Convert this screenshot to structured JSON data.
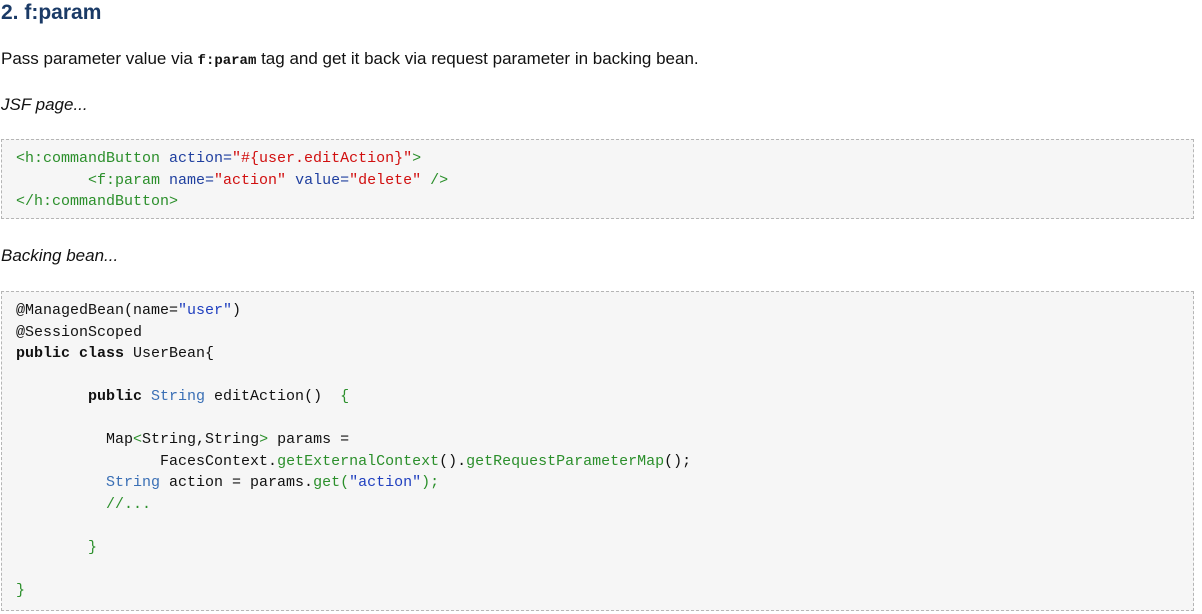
{
  "heading": "2. f:param",
  "intro": {
    "before": "Pass parameter value via ",
    "code": "f:param",
    "after": " tag and get it back via request parameter in backing bean."
  },
  "caption_jsf": "JSF page...",
  "caption_bean": "Backing bean...",
  "jsf_code": {
    "l1_tag_open": "<h:commandButton",
    "l1_attr": " action=",
    "l1_value": "\"#{user.editAction}\"",
    "l1_close": ">",
    "l2_indent": "        ",
    "l2_tag": "<f:param",
    "l2_attr_name": " name=",
    "l2_val_name": "\"action\"",
    "l2_attr_value": " value=",
    "l2_val_value": "\"delete\"",
    "l2_close": " />",
    "l3_tag": "</h:commandButton>"
  },
  "bean_code": {
    "l1_ann": "@ManagedBean(name=",
    "l1_str": "\"user\"",
    "l1_end": ")",
    "l2": "@SessionScoped",
    "l3_kw": "public class",
    "l3_rest": " UserBean{",
    "l5_indent": "        ",
    "l5_kw": "public",
    "l5_type": " String",
    "l5_rest": " editAction()",
    "l5_brace": "  {",
    "l7_indent": "          ",
    "l7_a": "Map",
    "l7_b": "<",
    "l7_c": "String,String",
    "l7_d": ">",
    "l7_e": " params =",
    "l8_indent": "                ",
    "l8_a": "FacesContext.",
    "l8_b": "getExternalContext",
    "l8_c": "().",
    "l8_d": "getRequestParameterMap",
    "l8_e": "();",
    "l9_indent": "          ",
    "l9_type": "String",
    "l9_a": " action = params.",
    "l9_b": "get",
    "l9_c": "(",
    "l9_str": "\"action\"",
    "l9_d": ");",
    "l10_indent": "          ",
    "l10": "//...",
    "l12_indent": "        ",
    "l12": "}",
    "l14": "}"
  }
}
